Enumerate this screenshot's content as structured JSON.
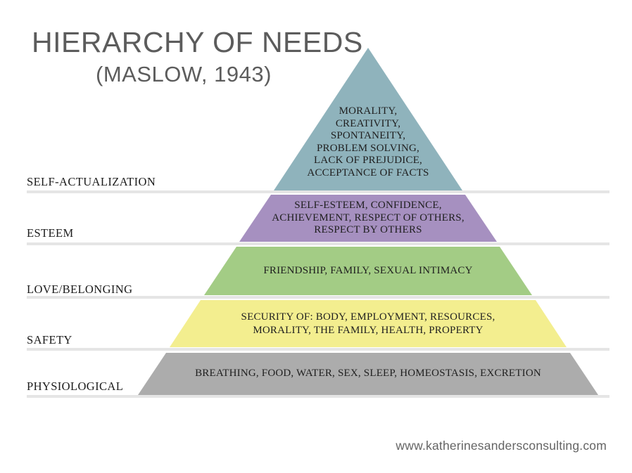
{
  "title": {
    "main": "HIERARCHY OF NEEDS",
    "subtitle": "(MASLOW, 1943)"
  },
  "footer": {
    "website": "www.katherinesandersconsulting.com"
  },
  "colors": {
    "self_actualization": "#8fb3bc",
    "esteem": "#a690c0",
    "love_belonging": "#a3cc85",
    "safety": "#f3ee8f",
    "physiological": "#acacac",
    "divider_line": "#e5e5e5",
    "title_text": "#5c5c5c",
    "tier_text": "#1f1f1f"
  },
  "pyramid": {
    "tiers": [
      {
        "label": "SELF-ACTUALIZATION",
        "color": "#8fb3bc",
        "items": "MORALITY,\nCREATIVITY,\nSPONTANEITY,\nPROBLEM SOLVING,\nLACK OF PREJUDICE,\nACCEPTANCE OF FACTS"
      },
      {
        "label": "ESTEEM",
        "color": "#a690c0",
        "items": "SELF-ESTEEM, CONFIDENCE,\nACHIEVEMENT, RESPECT OF OTHERS,\nRESPECT BY OTHERS"
      },
      {
        "label": "LOVE/BELONGING",
        "color": "#a3cc85",
        "items": "FRIENDSHIP, FAMILY, SEXUAL INTIMACY"
      },
      {
        "label": "SAFETY",
        "color": "#f3ee8f",
        "items": "SECURITY OF: BODY, EMPLOYMENT, RESOURCES,\nMORALITY, THE FAMILY, HEALTH, PROPERTY"
      },
      {
        "label": "PHYSIOLOGICAL",
        "color": "#acacac",
        "items": "BREATHING, FOOD, WATER, SEX, SLEEP, HOMEOSTASIS, EXCRETION"
      }
    ]
  }
}
